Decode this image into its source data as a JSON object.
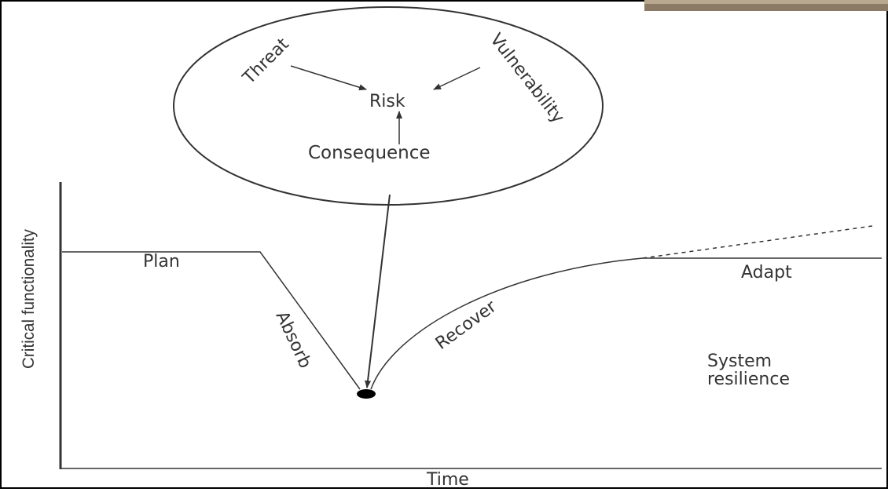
{
  "risk_diagram": {
    "threat_label": "Threat",
    "vulnerability_label": "Vulnerability",
    "risk_label": "Risk",
    "consequence_label": "Consequence"
  },
  "resilience_chart": {
    "y_axis_label": "Critical functionality",
    "x_axis_label": "Time",
    "phases": {
      "plan": "Plan",
      "absorb": "Absorb",
      "recover": "Recover",
      "adapt": "Adapt"
    },
    "annotation_line1": "System",
    "annotation_line2": "resilience"
  },
  "colors": {
    "line": "#333333",
    "frame_border": "#000000",
    "corner_photo": "#8a7a66"
  }
}
